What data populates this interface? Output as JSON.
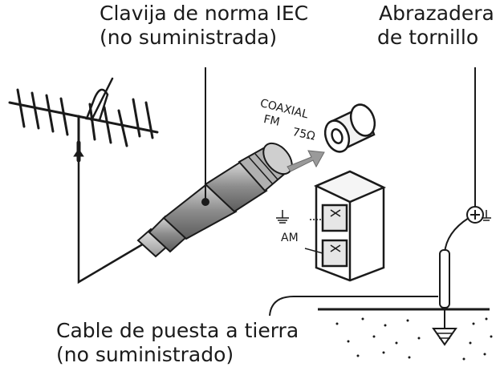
{
  "labels": {
    "iec_plug_line1": "Clavija de norma IEC",
    "iec_plug_line2": "(no suministrada)",
    "screw_clamp_line1": "Abrazadera",
    "screw_clamp_line2": "de tornillo",
    "ground_cable_line1": "Cable de puesta a tierra",
    "ground_cable_line2": "(no suministrado)"
  },
  "jack_labels": {
    "coaxial": "COAXIAL",
    "fm": "FM",
    "ohms": "75Ω",
    "am": "AM"
  },
  "colors": {
    "ink": "#1a1a1a",
    "plug_gray": "#8c8c8c",
    "arrow_gray": "#9a9a9a",
    "terminal_fill": "#eeeeee"
  }
}
